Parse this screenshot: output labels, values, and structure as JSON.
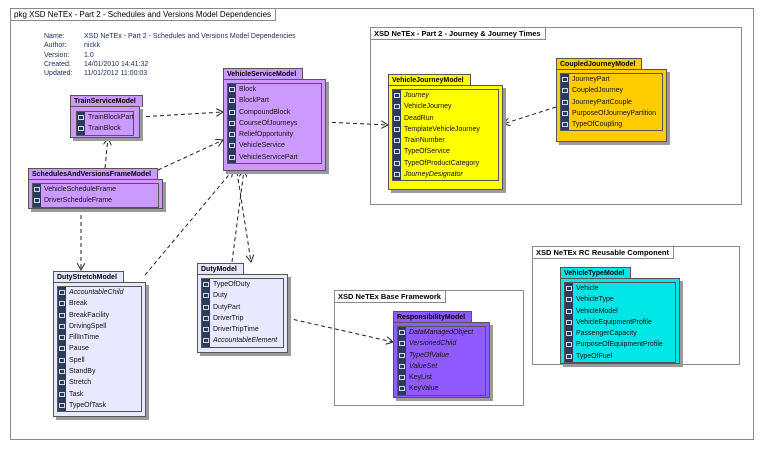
{
  "outer_frame": {
    "title": "pkg XSD NeTEx - Part 2 - Schedules and Versions Model Dependencies"
  },
  "metadata": [
    {
      "key": "Name:",
      "value": "XSD NeTEx - Part 2 - Schedules and Versions Model Dependencies"
    },
    {
      "key": "Author:",
      "value": "nickk"
    },
    {
      "key": "Version:",
      "value": "1.0"
    },
    {
      "key": "Created:",
      "value": "14/01/2010 14:41:32"
    },
    {
      "key": "Updated:",
      "value": "11/01/2012 11:00:03"
    }
  ],
  "sub_frames": {
    "journey": {
      "title": "XSD NeTEx - Part 2 - Journey & Journey Times"
    },
    "base": {
      "title": "XSD NeTEx Base Framework"
    },
    "reusable": {
      "title": "XSD NeTEx RC Reusable Component"
    }
  },
  "packages": {
    "train_service": {
      "title": "TrainServiceModel",
      "items": [
        "TrainBlockPart",
        "TrainBlock"
      ]
    },
    "schedules_versions": {
      "title": "SchedulesAndVersionsFrameModel",
      "items": [
        "VehicleScheduleFrame",
        "DriverScheduleFrame"
      ]
    },
    "vehicle_service": {
      "title": "VehicleServiceModel",
      "items": [
        "Block",
        "BlockPart",
        "CompoundBlock",
        "CourseOfJourneys",
        "ReliefOpportunity",
        "VehicleService",
        "VehicleServicePart"
      ]
    },
    "vehicle_journey": {
      "title": "VehicleJourneyModel",
      "items": [
        "Journey",
        "VehicleJourney",
        "DeadRun",
        "TemplateVehicleJourney",
        "TrainNumber",
        "TypeOfService",
        "TypeOfProductCategory",
        "JourneyDesignator"
      ]
    },
    "coupled_journey": {
      "title": "CoupledJourneyModel",
      "items": [
        "JourneyPart",
        "CoupledJourney",
        "JourneyPartCouple",
        "PurposeOfJourneyPartition",
        "TypeOfCoupling"
      ]
    },
    "duty_stretch": {
      "title": "DutyStretchModel",
      "items": [
        "AccountableChild",
        "Break",
        "BreakFacility",
        "DrivingSpell",
        "FillInTime",
        "Pause",
        "Spell",
        "StandBy",
        "Stretch",
        "Task",
        "TypeOfTask"
      ]
    },
    "duty": {
      "title": "DutyModel",
      "items": [
        "TypeOfDuty",
        "Duty",
        "DutyPart",
        "DriverTrip",
        "DriverTripTime",
        "AccountableElement"
      ]
    },
    "responsibility": {
      "title": "ResponsibilityModel",
      "items": [
        "DataManagedObject",
        "VersionedChild",
        "TypeOfValue",
        "ValueSet",
        "KeyList",
        "KeyValue"
      ]
    },
    "vehicle_type": {
      "title": "VehicleTypeModel",
      "items": [
        "Vehicle",
        "VehicleType",
        "VehicleModel",
        "VehicleEquipmentProfile",
        "PassengerCapacity",
        "PurposeOfEquipmentProfile",
        "TypeOfFuel"
      ]
    }
  },
  "colors": {
    "purple": "#cc99ff",
    "yellow": "#ffff00",
    "gold": "#ffcc00",
    "lavender": "#e8e8ff",
    "violet": "#8f5bff",
    "cyan": "#00e6e6"
  }
}
